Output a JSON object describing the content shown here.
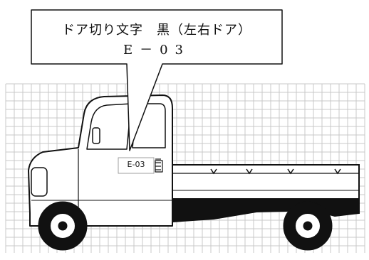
{
  "callout": {
    "line1": "ドア切り文字　黒（左右ドア）",
    "line2": "E－03"
  },
  "door_label": "E-03",
  "colors": {
    "grid": "#c8c8c8",
    "ink": "#111111",
    "background": "#ffffff"
  }
}
